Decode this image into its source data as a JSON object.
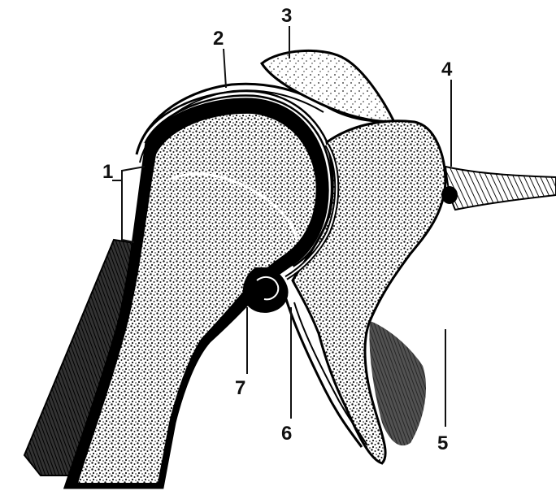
{
  "figure": {
    "labels": [
      {
        "id": "l1",
        "text": "1"
      },
      {
        "id": "l2",
        "text": "2"
      },
      {
        "id": "l3",
        "text": "3"
      },
      {
        "id": "l4",
        "text": "4"
      },
      {
        "id": "l5",
        "text": "5"
      },
      {
        "id": "l6",
        "text": "6"
      },
      {
        "id": "l7",
        "text": "7"
      }
    ]
  }
}
